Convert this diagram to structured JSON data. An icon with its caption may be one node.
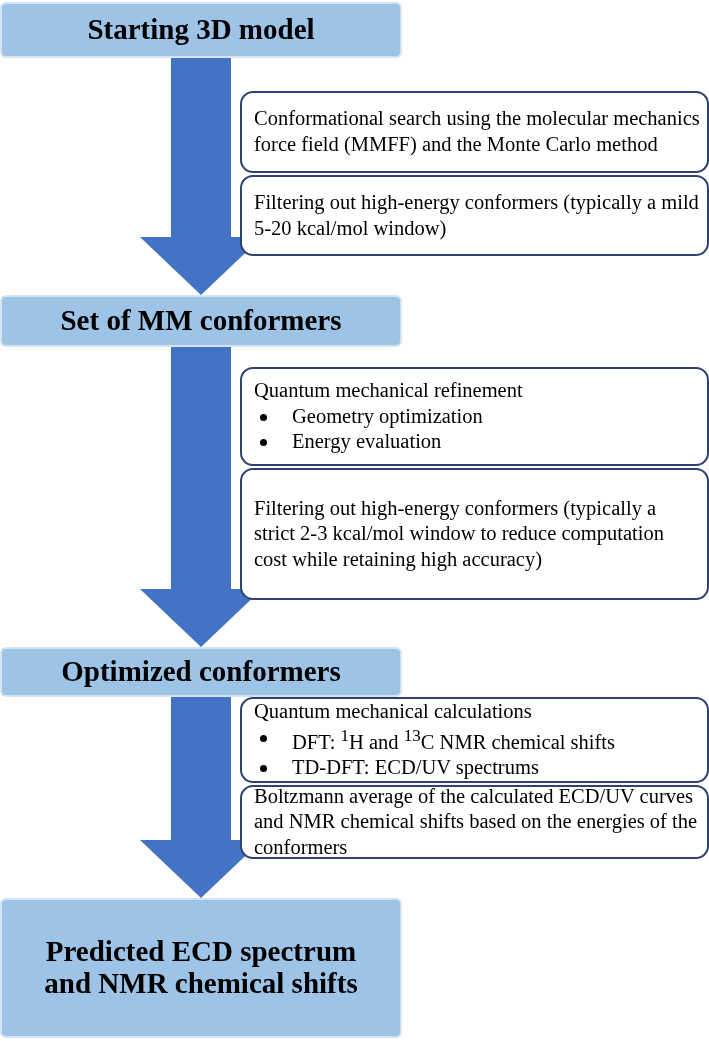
{
  "diagram": {
    "nodes": [
      {
        "text": [
          "Starting 3D model"
        ]
      },
      {
        "text": [
          "Conformational search using the molecular mechanics force field (MMFF) and the Monte Carlo method"
        ]
      },
      {
        "text": [
          "Filtering out high-energy conformers (typically a mild 5-20 kcal/mol window)"
        ]
      },
      {
        "text": [
          "Set of MM conformers"
        ]
      },
      {
        "text": [
          "Quantum mechanical refinement",
          "Geometry optimization",
          "Energy evaluation"
        ]
      },
      {
        "text": [
          "Filtering out high-energy conformers (typically a strict 2-3 kcal/mol window to reduce computation cost while retaining high accuracy)"
        ]
      },
      {
        "text": [
          "Optimized conformers"
        ]
      },
      {
        "text": [
          "Quantum mechanical calculations",
          "DFT: $^{1}$H and $^{13}$C NMR chemical shifts",
          "TD-DFT: ECD/UV spectrums"
        ]
      },
      {
        "text": [
          "Boltzmann average of the calculated ECD/UV curves and NMR chemical shifts based on the energies of the conformers"
        ]
      },
      {
        "text": [
          "Predicted ECD spectrum and NMR chemical shifts"
        ]
      }
    ],
    "edges": [
      {
        "from": 0,
        "to": 3,
        "arrow": "to",
        "style": "thick"
      },
      {
        "from": 3,
        "to": 6,
        "arrow": "to",
        "style": "thick"
      },
      {
        "from": 6,
        "to": 9,
        "arrow": "to",
        "style": "thick"
      }
    ]
  }
}
